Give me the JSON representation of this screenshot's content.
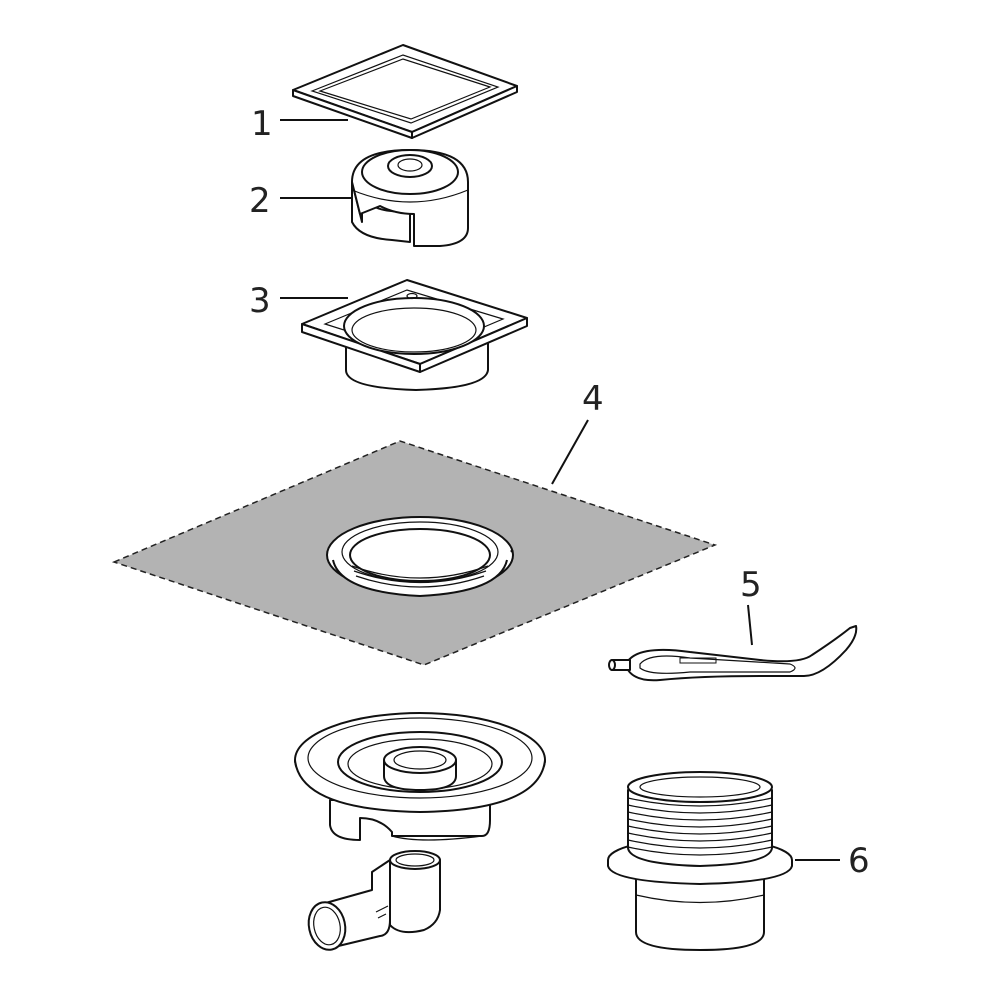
{
  "callouts": {
    "c1": "1",
    "c2": "2",
    "c3": "3",
    "c4": "4",
    "c5": "5",
    "c6": "6"
  },
  "colors": {
    "line": "#111111",
    "membrane": "#b3b3b3",
    "part_fill": "#ffffff"
  }
}
